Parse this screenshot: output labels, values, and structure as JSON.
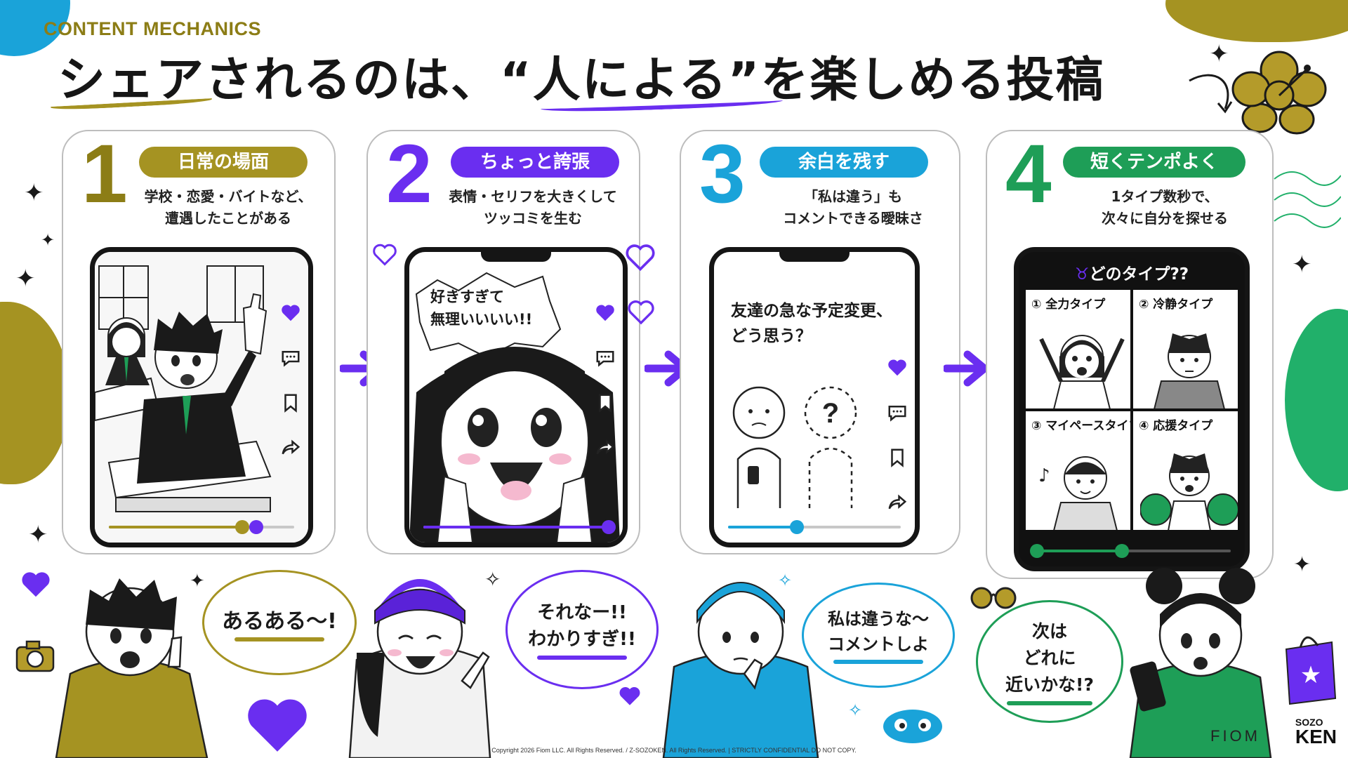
{
  "eyebrow": "CONTENT MECHANICS",
  "headline": "シェアされるのは、“人による”を楽しめる投稿",
  "colors": {
    "olive": "#a59322",
    "purple": "#6a2ef0",
    "blue": "#1aa3d9",
    "green": "#1e9e57",
    "ink": "#161616"
  },
  "steps": [
    {
      "number": "1",
      "pill": "日常の場面",
      "desc": [
        "学校・恋愛・バイトなど、",
        "遭遇したことがある"
      ],
      "progress": 0.72
    },
    {
      "number": "2",
      "pill": "ちょっと誇張",
      "desc": [
        "表情・セリフを大きくして",
        "ツッコミを生む"
      ],
      "phone_bubble": [
        "好きすぎて",
        "無理いいいい!!"
      ],
      "progress": 1.0
    },
    {
      "number": "3",
      "pill": "余白を残す",
      "desc": [
        "「私は違う」も",
        "コメントできる曖昧さ"
      ],
      "phone_text": [
        "友達の急な予定変更、",
        "どう思う？"
      ],
      "phone_q": "?",
      "progress": 0.4
    },
    {
      "number": "4",
      "pill": "短くテンポよく",
      "desc": [
        "1タイプ数秒で、",
        "次々に自分を探せる"
      ],
      "quiz_title": "どのタイプ??",
      "types": [
        "① 全力タイプ",
        "② 冷静タイプ",
        "③ マイペースタイプ",
        "④ 応援タイプ"
      ],
      "progress": 0.45
    }
  ],
  "reactions": [
    {
      "lines": [
        "あるある〜!"
      ]
    },
    {
      "lines": [
        "それなー!!",
        "わかりすぎ!!"
      ]
    },
    {
      "lines": [
        "私は違うな〜",
        "コメントしよ"
      ]
    },
    {
      "lines": [
        "次は",
        "どれに",
        "近いかな!?"
      ]
    }
  ],
  "icons": [
    "heart-icon",
    "comment-icon",
    "bookmark-icon",
    "share-icon",
    "arrow-right-icon",
    "sparkle-icon",
    "camera-icon",
    "sunglasses-icon",
    "shopping-bag-icon",
    "hibiscus-icon",
    "taurus-icon"
  ],
  "copyright": "Copyright 2026 Fiom LLC. All Rights Reserved. / Z-SOZOKEN. All Rights Reserved. | STRICTLY CONFIDENTIAL DO NOT COPY.",
  "logos": {
    "fiom": "FIOM",
    "sozo_top": "SOZO",
    "sozo_bottom": "KEN"
  }
}
